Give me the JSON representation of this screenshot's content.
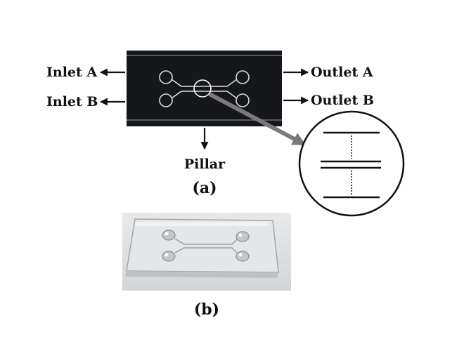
{
  "figure": {
    "labels": {
      "inlet_a": "Inlet A",
      "inlet_b": "Inlet B",
      "outlet_a": "Outlet A",
      "outlet_b": "Outlet B",
      "pillar": "Pillar",
      "panel_a": "(a)",
      "panel_b": "(b)"
    },
    "colors": {
      "chip_background": "#16171b",
      "chip_border": "#555a62",
      "channel_stroke": "#d8dadf",
      "zoom_arrow": "#7a7a7a",
      "photo_background": "#c9cbcd"
    },
    "icons": [
      "arrow-left-icon",
      "arrow-right-icon",
      "arrow-down-icon",
      "zoom-arrow-icon",
      "magnifier-circle-icon"
    ]
  }
}
